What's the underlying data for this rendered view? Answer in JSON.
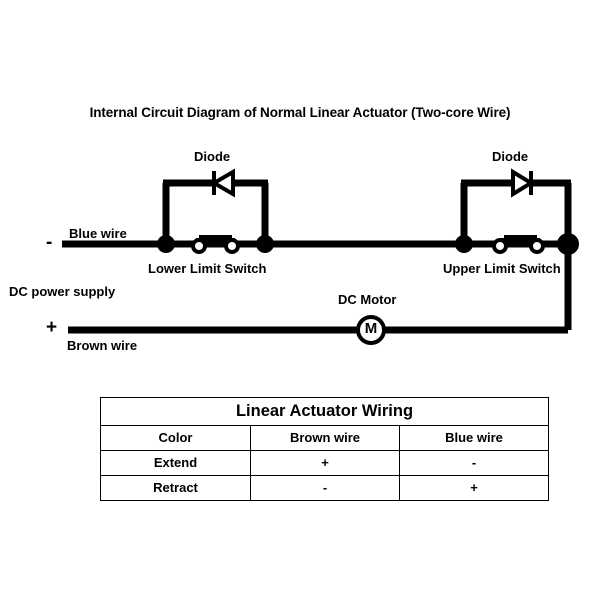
{
  "diagram": {
    "title": "Internal Circuit Diagram of Normal Linear Actuator (Two-core Wire)",
    "labels": {
      "diode_left": "Diode",
      "diode_right": "Diode",
      "blue_wire": "Blue wire",
      "brown_wire": "Brown wire",
      "lower_limit_switch": "Lower Limit Switch",
      "upper_limit_switch": "Upper Limit Switch",
      "dc_power_supply": "DC power supply",
      "dc_motor": "DC Motor",
      "motor_symbol": "M",
      "negative_terminal": "-",
      "positive_terminal": "+"
    },
    "colors": {
      "background": "#ffffff",
      "wire": "#000000",
      "text": "#000000",
      "node_fill": "#000000",
      "contact_fill": "#ffffff"
    }
  },
  "table": {
    "title": "Linear Actuator Wiring",
    "headers": [
      "Color",
      "Brown wire",
      "Blue wire"
    ],
    "rows": [
      {
        "label": "Extend",
        "brown": "+",
        "blue": "-"
      },
      {
        "label": "Retract",
        "brown": "-",
        "blue": "+"
      }
    ]
  }
}
